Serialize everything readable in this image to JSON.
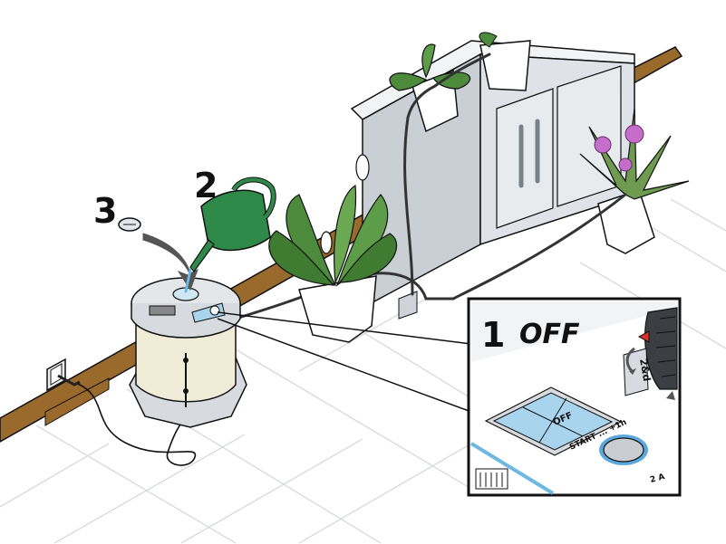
{
  "steps": {
    "step1_number": "1",
    "step1_label": "OFF",
    "step2_number": "2",
    "step3_number": "3"
  },
  "device": {
    "lcd_text": "OFF",
    "start_label": "START ... +1h",
    "dial_label": "2&d",
    "dial_arrow_icon": "curved-arrow-icon",
    "button_icon": "round-button-icon",
    "cropped_text": "2 A"
  },
  "colors": {
    "lcd": "#a9d4ee",
    "watering_can": "#2f8a4a",
    "water_tank": "#f1ecd8",
    "skirting_board": "#9a6a2c",
    "cabinet": "#d8dde2",
    "leaf": "#4b8b3b",
    "flower": "#c46ec9",
    "accent_ring": "#5aa9dc",
    "arrow": "#555555"
  }
}
